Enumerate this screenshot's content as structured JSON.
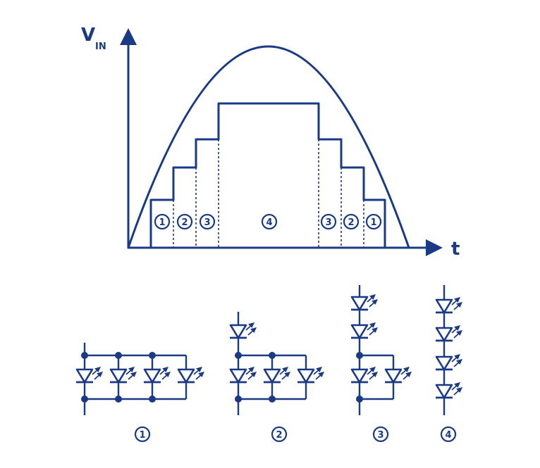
{
  "axes": {
    "y_label_main": "V",
    "y_label_sub": "IN",
    "x_label": "t"
  },
  "phases": [
    "1",
    "2",
    "3",
    "4",
    "3",
    "2",
    "1"
  ],
  "stages": [
    {
      "label": "1",
      "series_leds": 0,
      "parallel_leds": 4
    },
    {
      "label": "2",
      "series_leds": 1,
      "parallel_leds": 3
    },
    {
      "label": "3",
      "series_leds": 2,
      "parallel_leds": 2
    },
    {
      "label": "4",
      "series_leds": 4,
      "parallel_leds": 0
    }
  ],
  "colors": {
    "ink": "#1a3a85",
    "background": "#ffffff"
  }
}
